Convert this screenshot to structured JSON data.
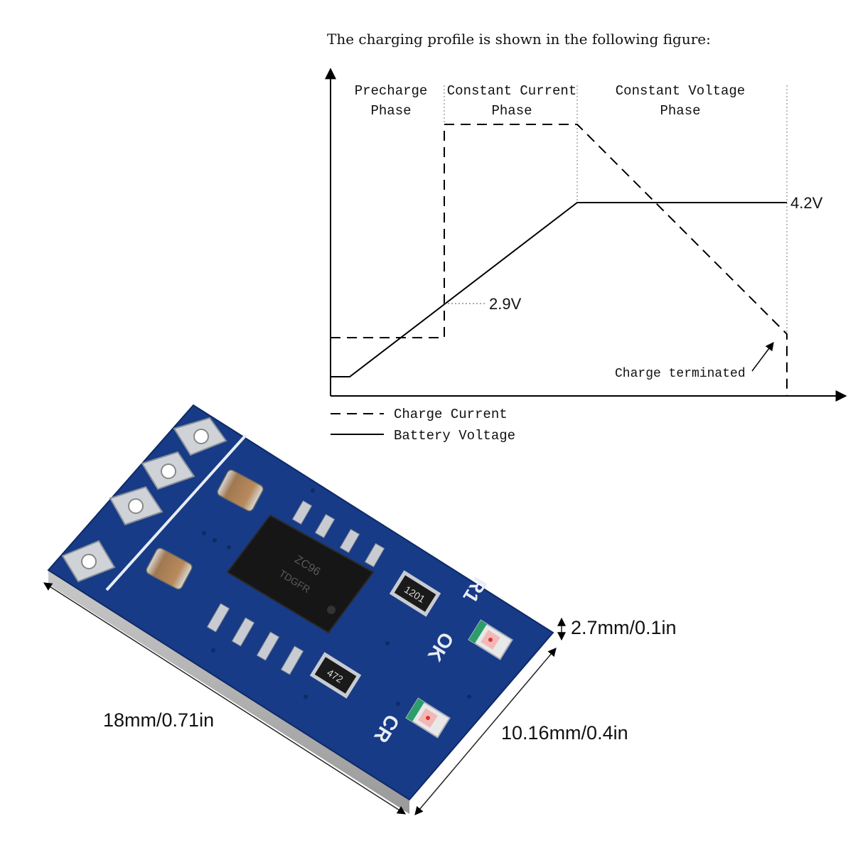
{
  "caption": "The charging profile is shown in the following figure:",
  "phases": {
    "precharge": [
      "Precharge",
      "Phase"
    ],
    "constant_current": [
      "Constant Current",
      "Phase"
    ],
    "constant_voltage": [
      "Constant Voltage",
      "Phase"
    ]
  },
  "markers": {
    "v_full": "4.2V",
    "v_precharge": "2.9V",
    "terminated": "Charge terminated"
  },
  "legend": {
    "current": "Charge Current",
    "voltage": "Battery Voltage"
  },
  "board": {
    "chip_marking": [
      "ZC96",
      "TDGFR"
    ],
    "resistors": [
      "1201",
      "472"
    ],
    "silk": [
      "R1",
      "OK",
      "CR"
    ],
    "board_color": "#173b86"
  },
  "dimensions": {
    "length": "18mm/0.71in",
    "width": "10.16mm/0.4in",
    "thickness": "2.7mm/0.1in"
  }
}
